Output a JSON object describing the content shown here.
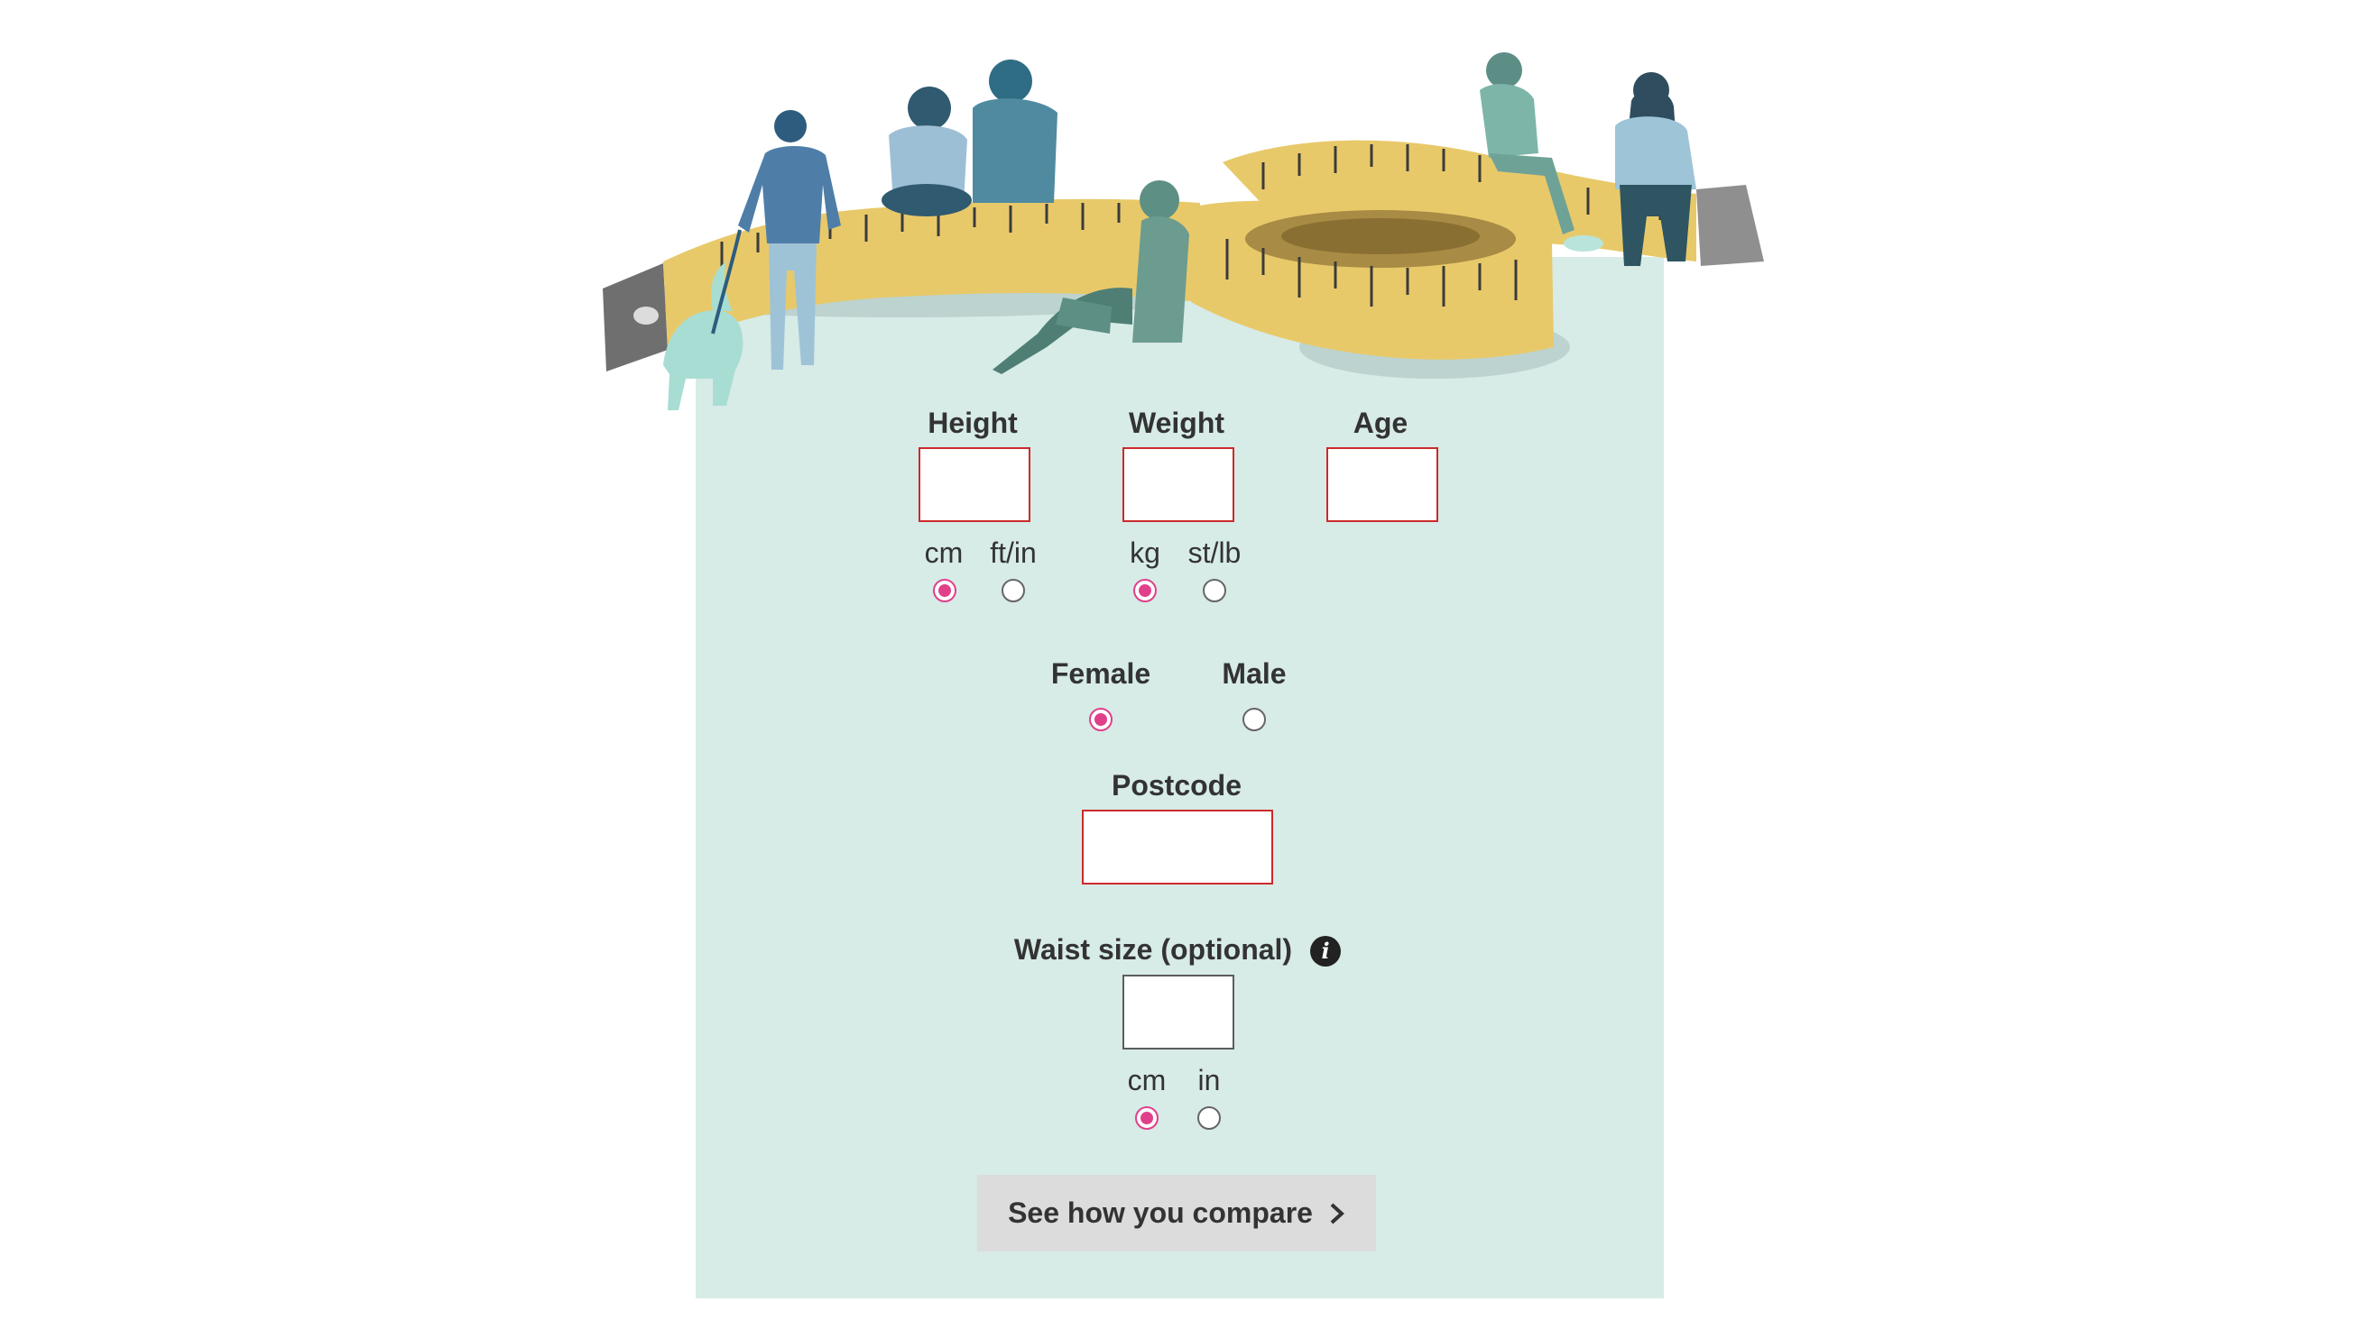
{
  "form": {
    "height": {
      "label": "Height",
      "value": "",
      "units": [
        "cm",
        "ft/in"
      ],
      "selected_unit": "cm"
    },
    "weight": {
      "label": "Weight",
      "value": "",
      "units": [
        "kg",
        "st/lb"
      ],
      "selected_unit": "kg"
    },
    "age": {
      "label": "Age",
      "value": ""
    },
    "sex": {
      "options": [
        "Female",
        "Male"
      ],
      "selected": "Female"
    },
    "postcode": {
      "label": "Postcode",
      "value": ""
    },
    "waist": {
      "label": "Waist size (optional)",
      "value": "",
      "units": [
        "cm",
        "in"
      ],
      "selected_unit": "cm",
      "info_icon": "info-icon"
    },
    "submit_label": "See how you compare"
  },
  "colors": {
    "panel": "#d7ebe7",
    "radio_selected": "#e0408a",
    "field_border_required": "#cc2a2a",
    "button_bg": "#dcdcdc",
    "tape": "#e8c96a"
  },
  "illustration": {
    "icon": "measuring-tape-people-illustration"
  }
}
